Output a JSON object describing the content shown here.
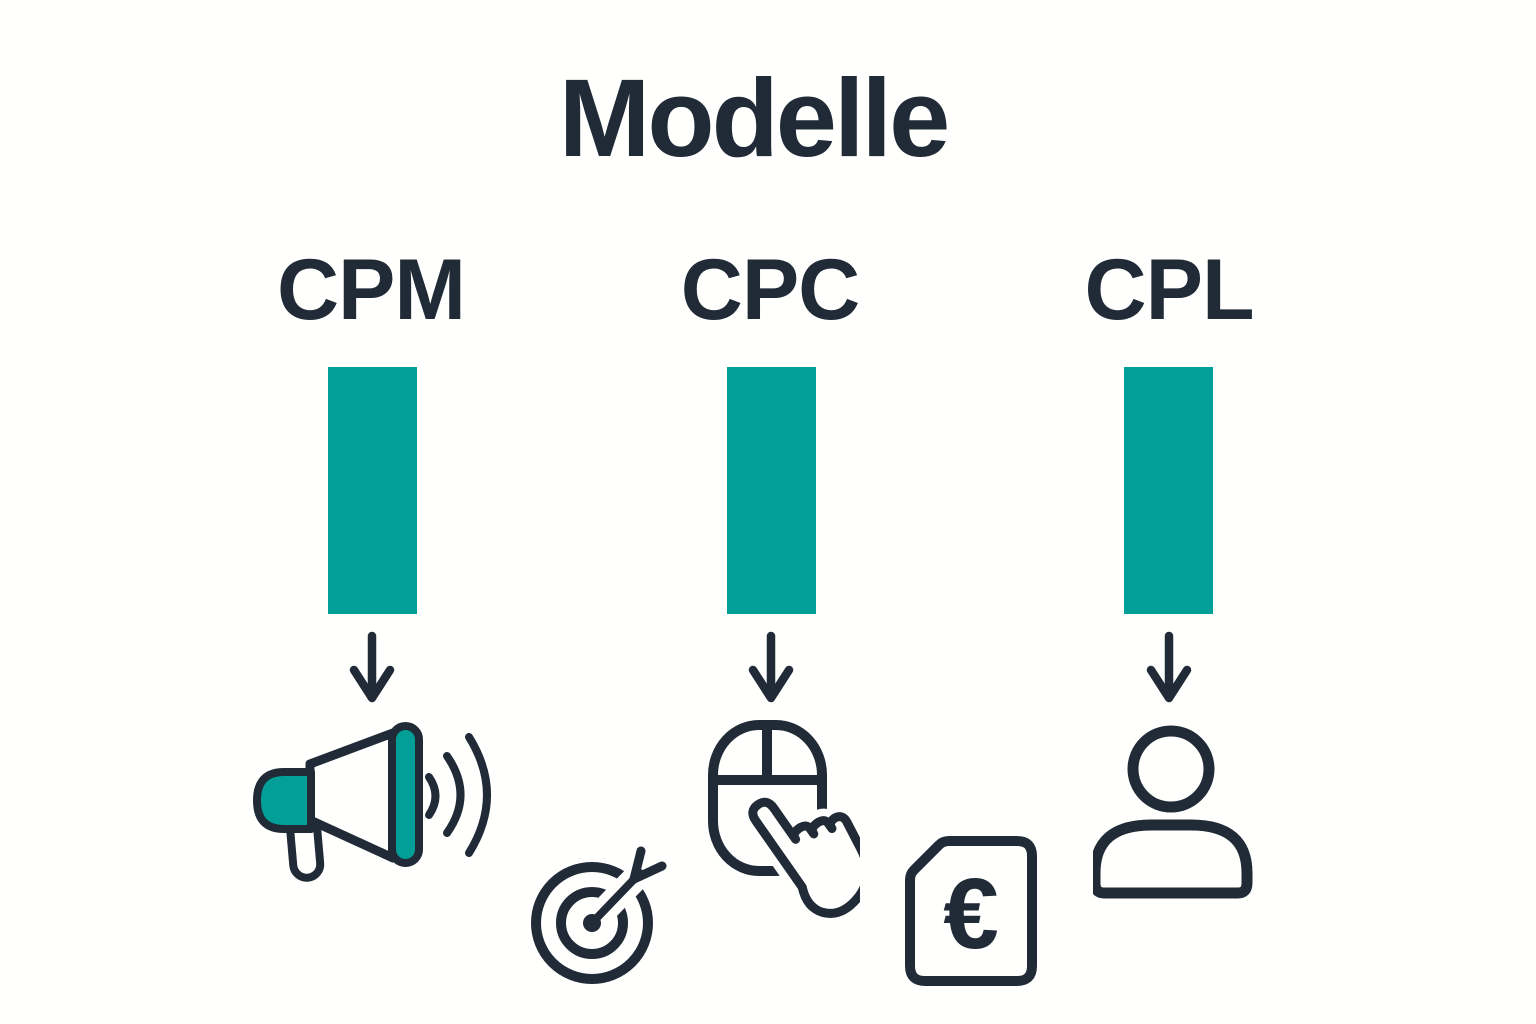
{
  "title": "Modelle",
  "colors": {
    "accent_teal": "#029e98",
    "ink_dark": "#212b37",
    "background": "#fffffd"
  },
  "columns": [
    {
      "label": "CPM",
      "icon": "megaphone-icon"
    },
    {
      "label": "CPC",
      "icon": "mouse-click-icon"
    },
    {
      "label": "CPL",
      "icon": "person-icon"
    }
  ],
  "extra_icons": [
    {
      "icon": "target-dart-icon"
    },
    {
      "icon": "euro-document-icon",
      "symbol": "€"
    }
  ]
}
